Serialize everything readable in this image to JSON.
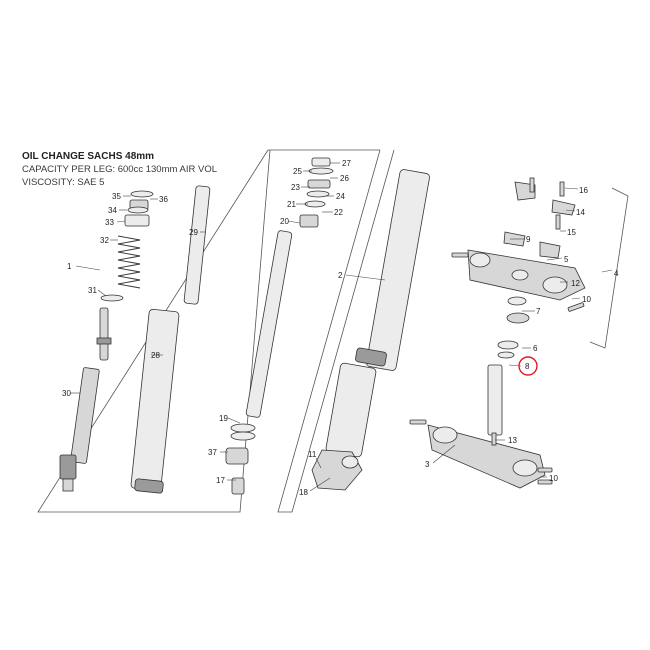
{
  "header": {
    "title": "OIL CHANGE SACHS 48mm",
    "capacity": "CAPACITY PER LEG: 600cc 130mm AIR VOL",
    "viscosity": "VISCOSITY: SAE 5"
  },
  "highlight_color": "#e01b24",
  "highlighted_part": "8",
  "parts": {
    "p1": "1",
    "p2": "2",
    "p3": "3",
    "p4": "4",
    "p5": "5",
    "p6": "6",
    "p7": "7",
    "p8": "8",
    "p9": "9",
    "p10a": "10",
    "p10b": "10",
    "p11": "11",
    "p12": "12",
    "p13": "13",
    "p14": "14",
    "p15": "15",
    "p16": "16",
    "p17": "17",
    "p18": "18",
    "p19": "19",
    "p20": "20",
    "p21": "21",
    "p22": "22",
    "p23": "23",
    "p24": "24",
    "p25": "25",
    "p26": "26",
    "p27": "27",
    "p28": "28",
    "p29": "29",
    "p30": "30",
    "p31": "31",
    "p32": "32",
    "p33": "33",
    "p34": "34",
    "p35": "35",
    "p36": "36",
    "p37": "37"
  }
}
